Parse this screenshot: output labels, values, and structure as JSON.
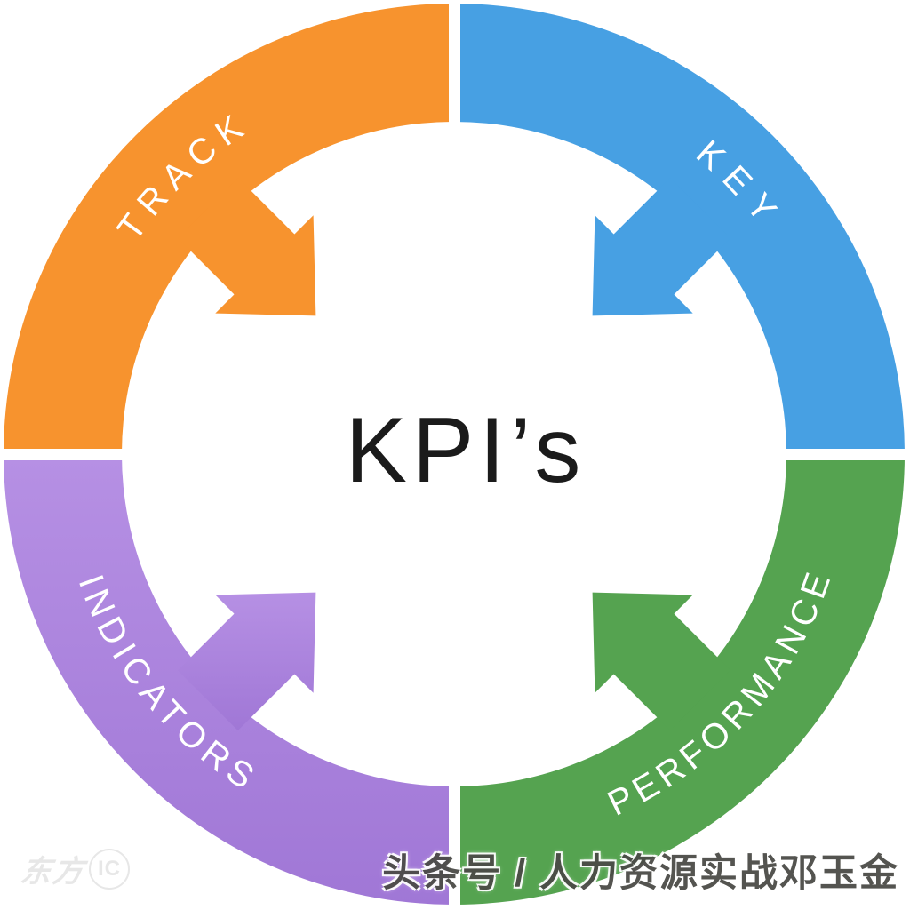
{
  "diagram": {
    "center_title": "KPI’s",
    "words": {
      "track": "TRACK",
      "key": "KEY",
      "performance": "PERFORMANCE",
      "indicators": "INDICATORS"
    }
  },
  "caption": {
    "text": "头条号 / 人力资源实战邓玉金"
  },
  "watermark": {
    "script": "东方",
    "badge": "IC"
  },
  "colors": {
    "orange": "#F7932E",
    "blue": "#47A0E3",
    "green": "#55A350",
    "purple_light": "#B690E4",
    "purple_dark": "#A077D6",
    "word_text": "#FFFFFF",
    "title_text": "#1B1B1B",
    "caption_text": "#4B4B47",
    "watermark_gray": "#E7E7E7",
    "background": "#FFFFFF"
  }
}
